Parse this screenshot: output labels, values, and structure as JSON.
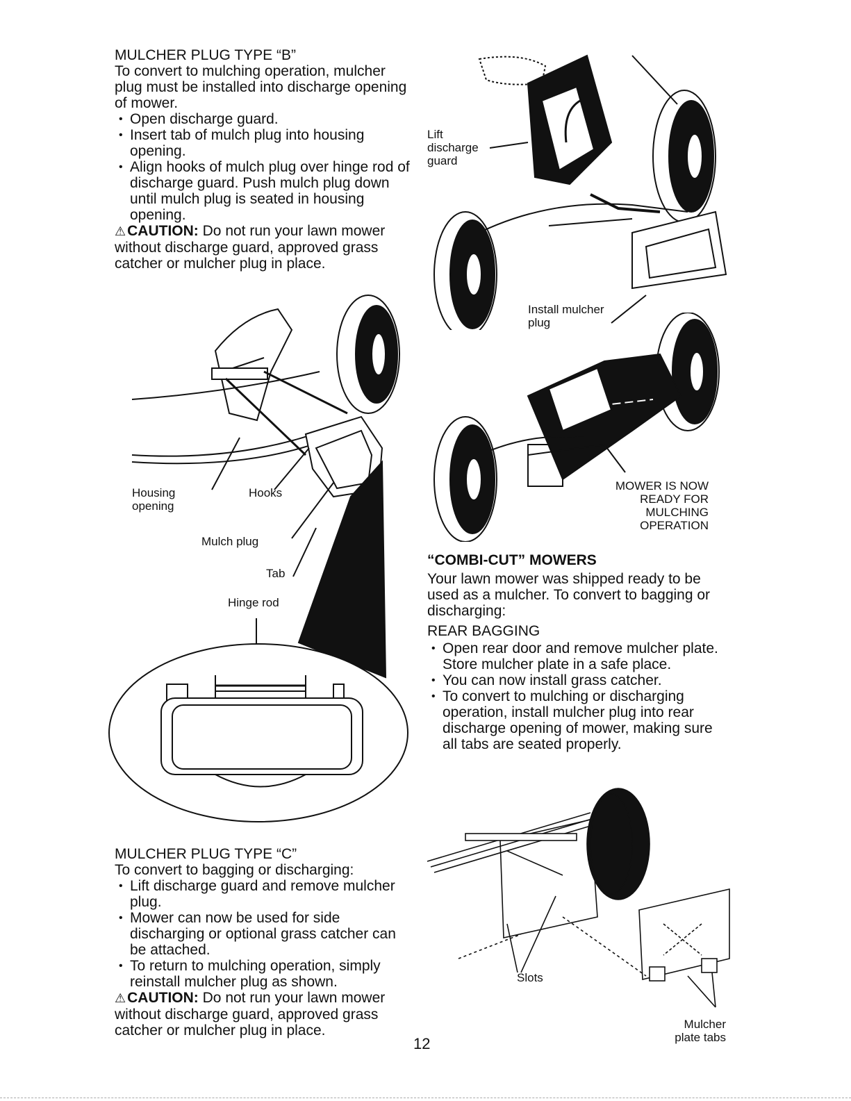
{
  "type_b": {
    "heading": "MULCHER PLUG TYPE “B”",
    "intro": "To convert to mulching operation, mulcher plug must be installed into discharge opening of mower.",
    "steps": [
      "Open discharge guard.",
      "Insert tab of mulch plug into housing opening.",
      "Align hooks of mulch plug over hinge rod of discharge guard. Push mulch plug down until mulch plug is seated in housing opening."
    ],
    "caution_label": "CAUTION:",
    "caution_text": "Do not run your lawn mower without discharge guard, approved grass catcher or mulcher plug in place."
  },
  "figure_b_labels": {
    "housing_opening": "Housing opening",
    "hooks": "Hooks",
    "mulch_plug": "Mulch plug",
    "tab": "Tab",
    "hinge_rod": "Hinge rod"
  },
  "figure_lift_labels": {
    "lift_guard": "Lift discharge guard",
    "install_plug": "Install mulcher plug",
    "ready": "MOWER IS NOW READY FOR MULCHING OPERATION"
  },
  "combi_cut": {
    "heading": "“COMBI-CUT” MOWERS",
    "intro": "Your lawn mower was shipped ready to be used as a mulcher. To convert to bagging or discharging:",
    "subheading": "REAR BAGGING",
    "steps": [
      "Open rear door and remove mulcher plate. Store mulcher plate in a safe place.",
      "You can now install grass catcher.",
      "To convert to mulching or discharging operation, install mulcher plug into rear discharge opening of mower, making sure all tabs are seated properly."
    ]
  },
  "figure_rear_labels": {
    "slots": "Slots",
    "plate_tabs": "Mulcher plate tabs"
  },
  "type_c": {
    "heading": "MULCHER PLUG TYPE “C”",
    "intro": "To convert to bagging or discharging:",
    "steps": [
      "Lift discharge guard and remove mulcher plug.",
      "Mower can now be used for side discharging or optional grass catcher can be attached.",
      "To return to mulching operation, simply reinstall mulcher plug as shown."
    ],
    "caution_label": "CAUTION:",
    "caution_text": "Do not run your lawn mower without discharge guard, approved grass catcher or mulcher plug in place."
  },
  "page_number": "12"
}
